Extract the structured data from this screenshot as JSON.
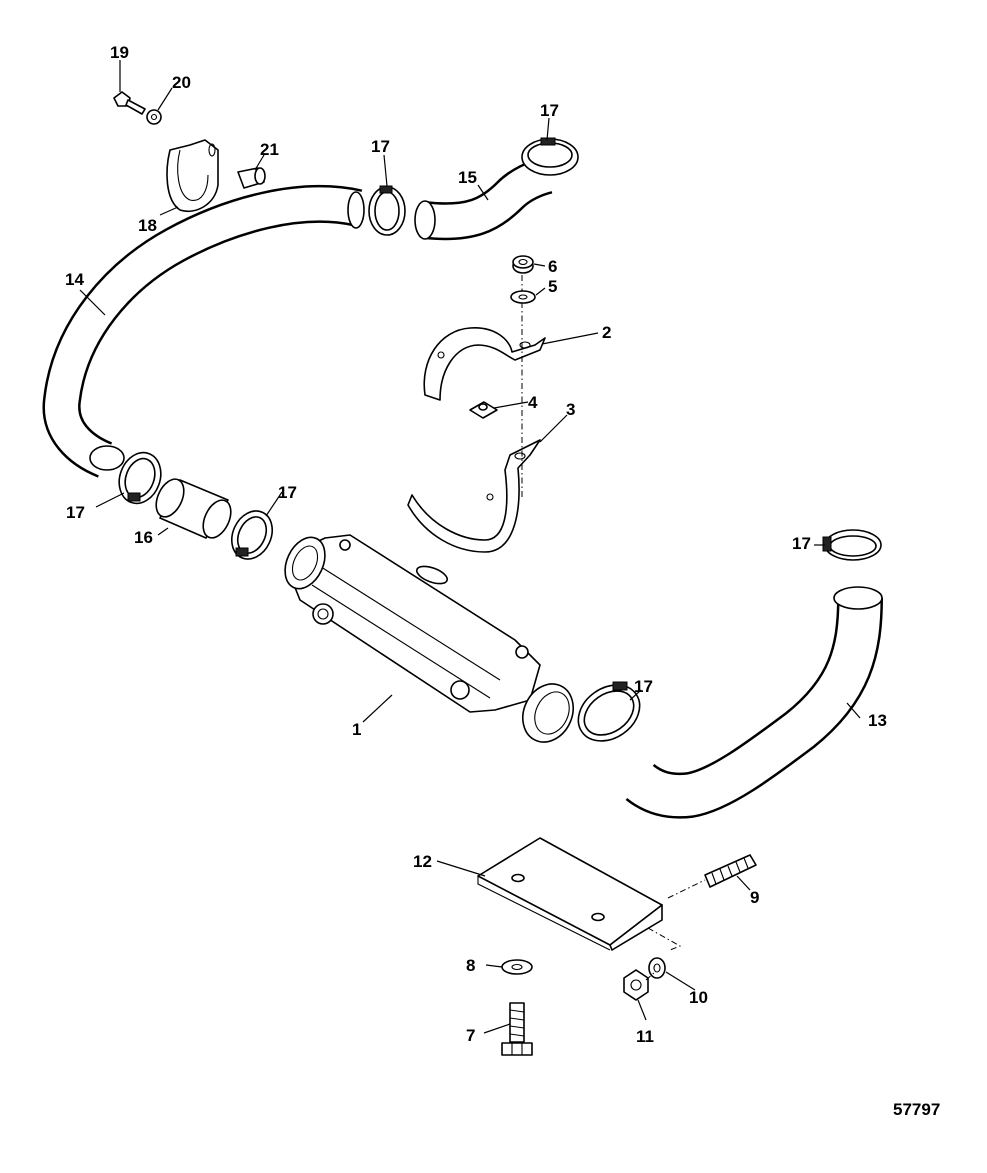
{
  "diagram": {
    "figure_number": "57797",
    "callouts": [
      {
        "id": "c1",
        "text": "1"
      },
      {
        "id": "c2",
        "text": "2"
      },
      {
        "id": "c3",
        "text": "3"
      },
      {
        "id": "c4",
        "text": "4"
      },
      {
        "id": "c5",
        "text": "5"
      },
      {
        "id": "c6",
        "text": "6"
      },
      {
        "id": "c7",
        "text": "7"
      },
      {
        "id": "c8",
        "text": "8"
      },
      {
        "id": "c9",
        "text": "9"
      },
      {
        "id": "c10",
        "text": "10"
      },
      {
        "id": "c11",
        "text": "11"
      },
      {
        "id": "c12",
        "text": "12"
      },
      {
        "id": "c13",
        "text": "13"
      },
      {
        "id": "c14",
        "text": "14"
      },
      {
        "id": "c15",
        "text": "15"
      },
      {
        "id": "c16",
        "text": "16"
      },
      {
        "id": "c17a",
        "text": "17"
      },
      {
        "id": "c17b",
        "text": "17"
      },
      {
        "id": "c17c",
        "text": "17"
      },
      {
        "id": "c17d",
        "text": "17"
      },
      {
        "id": "c17e",
        "text": "17"
      },
      {
        "id": "c17f",
        "text": "17"
      },
      {
        "id": "c18",
        "text": "18"
      },
      {
        "id": "c19",
        "text": "19"
      },
      {
        "id": "c20",
        "text": "20"
      },
      {
        "id": "c21",
        "text": "21"
      }
    ]
  }
}
